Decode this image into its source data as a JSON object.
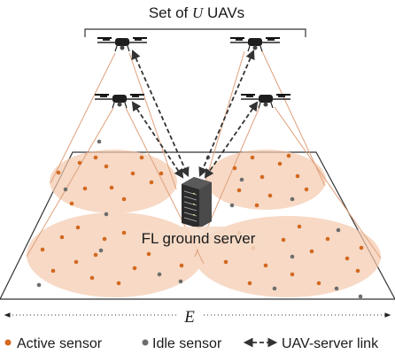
{
  "title": {
    "prefix": "Set of ",
    "symbol": "U",
    "suffix": " UAVs"
  },
  "server_label": "FL ground server",
  "width_label": "E",
  "legend": {
    "active": "Active sensor",
    "idle": "Idle sensor",
    "link": "UAV-server link"
  },
  "colors": {
    "active_sensor": "#d3691f",
    "idle_sensor": "#6d6d6d",
    "coverage": "#f4c9ad",
    "cone_line": "#e0a07a",
    "link": "#333333"
  },
  "uav_count_shown": 4
}
